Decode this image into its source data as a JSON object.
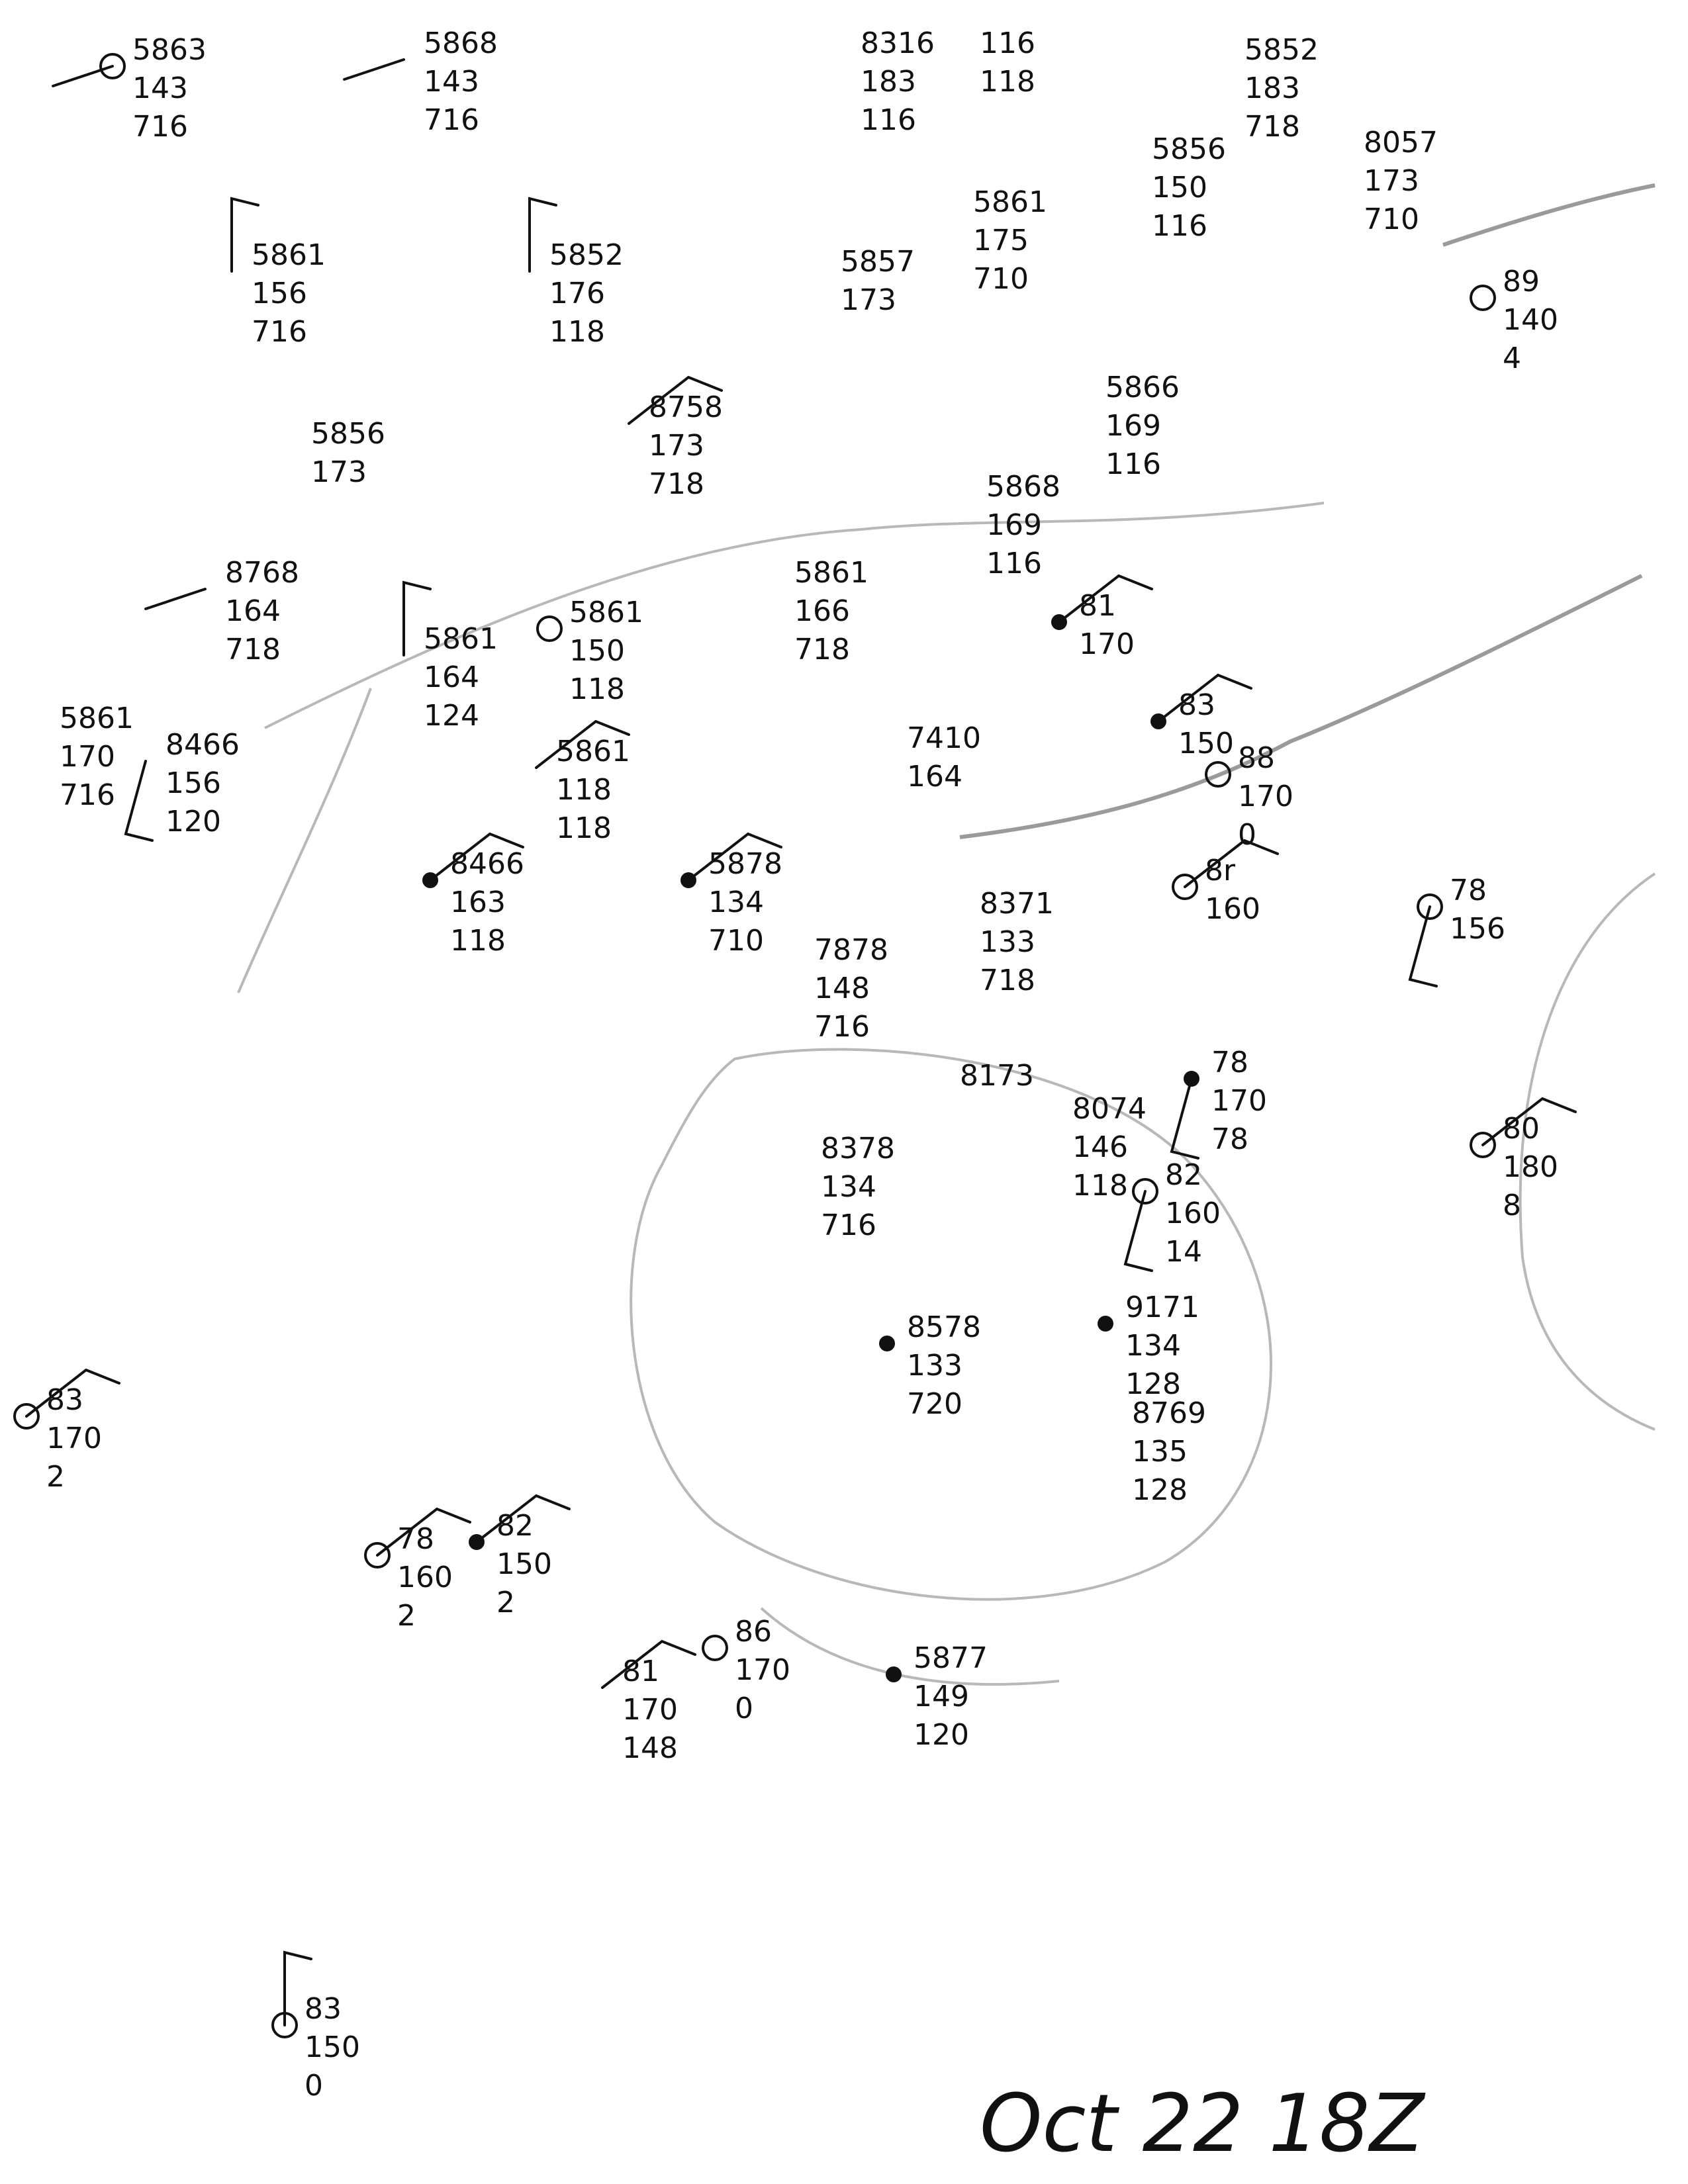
{
  "map": {
    "date_label": "Oct 22 18Z",
    "stations": [
      {
        "lines": [
          "5863",
          "143",
          "716"
        ]
      },
      {
        "lines": [
          "5868",
          "143",
          "716"
        ]
      },
      {
        "lines": [
          "8316",
          "183",
          "116"
        ]
      },
      {
        "lines": [
          "116",
          "118"
        ]
      },
      {
        "lines": [
          "5852",
          "183",
          "718"
        ]
      },
      {
        "lines": [
          "8057",
          "173",
          "710"
        ]
      },
      {
        "lines": [
          "5856",
          "150",
          "116"
        ]
      },
      {
        "lines": [
          "5861",
          "156",
          "716"
        ]
      },
      {
        "lines": [
          "5852",
          "176",
          "118"
        ]
      },
      {
        "lines": [
          "5857",
          "173"
        ]
      },
      {
        "lines": [
          "5861",
          "175",
          "710"
        ]
      },
      {
        "lines": [
          "89",
          "140",
          "4"
        ]
      },
      {
        "lines": [
          "5856",
          "173"
        ]
      },
      {
        "lines": [
          "8758",
          "173",
          "718"
        ]
      },
      {
        "lines": [
          "5866",
          "169",
          "116"
        ]
      },
      {
        "lines": [
          "5868",
          "169",
          "116"
        ]
      },
      {
        "lines": [
          "8768",
          "164",
          "718"
        ]
      },
      {
        "lines": [
          "5861",
          "166",
          "718"
        ]
      },
      {
        "lines": [
          "81",
          "170"
        ]
      },
      {
        "lines": [
          "5861",
          "164",
          "124"
        ]
      },
      {
        "lines": [
          "5861",
          "150",
          "118"
        ]
      },
      {
        "lines": [
          "83",
          "150"
        ]
      },
      {
        "lines": [
          "88",
          "170",
          "0"
        ]
      },
      {
        "lines": [
          "5861",
          "170",
          "716"
        ]
      },
      {
        "lines": [
          "8466",
          "156",
          "120"
        ]
      },
      {
        "lines": [
          "5861",
          "118",
          "118"
        ]
      },
      {
        "lines": [
          "7410",
          "164"
        ]
      },
      {
        "lines": [
          "8466",
          "163",
          "118"
        ]
      },
      {
        "lines": [
          "5878",
          "134",
          "710"
        ]
      },
      {
        "lines": [
          "8371",
          "133",
          "718"
        ]
      },
      {
        "lines": [
          "78",
          "156"
        ]
      },
      {
        "lines": [
          "8r",
          "160"
        ]
      },
      {
        "lines": [
          "7878",
          "148",
          "716"
        ]
      },
      {
        "lines": [
          "8173"
        ]
      },
      {
        "lines": [
          "78",
          "170",
          "78"
        ]
      },
      {
        "lines": [
          "8074",
          "146",
          "118"
        ]
      },
      {
        "lines": [
          "8378",
          "134",
          "716"
        ]
      },
      {
        "lines": [
          "82",
          "160",
          "14"
        ]
      },
      {
        "lines": [
          "80",
          "180",
          "8"
        ]
      },
      {
        "lines": [
          "83",
          "170",
          "2"
        ]
      },
      {
        "lines": [
          "8578",
          "133",
          "720"
        ]
      },
      {
        "lines": [
          "9171",
          "134",
          "128"
        ]
      },
      {
        "lines": [
          "8769",
          "135",
          "128"
        ]
      },
      {
        "lines": [
          "78",
          "160",
          "2"
        ]
      },
      {
        "lines": [
          "82",
          "150",
          "2"
        ]
      },
      {
        "lines": [
          "81",
          "170",
          "148"
        ]
      },
      {
        "lines": [
          "86",
          "170",
          "0"
        ]
      },
      {
        "lines": [
          "5877",
          "149",
          "120"
        ]
      },
      {
        "lines": [
          "83",
          "150",
          "0"
        ]
      }
    ]
  }
}
